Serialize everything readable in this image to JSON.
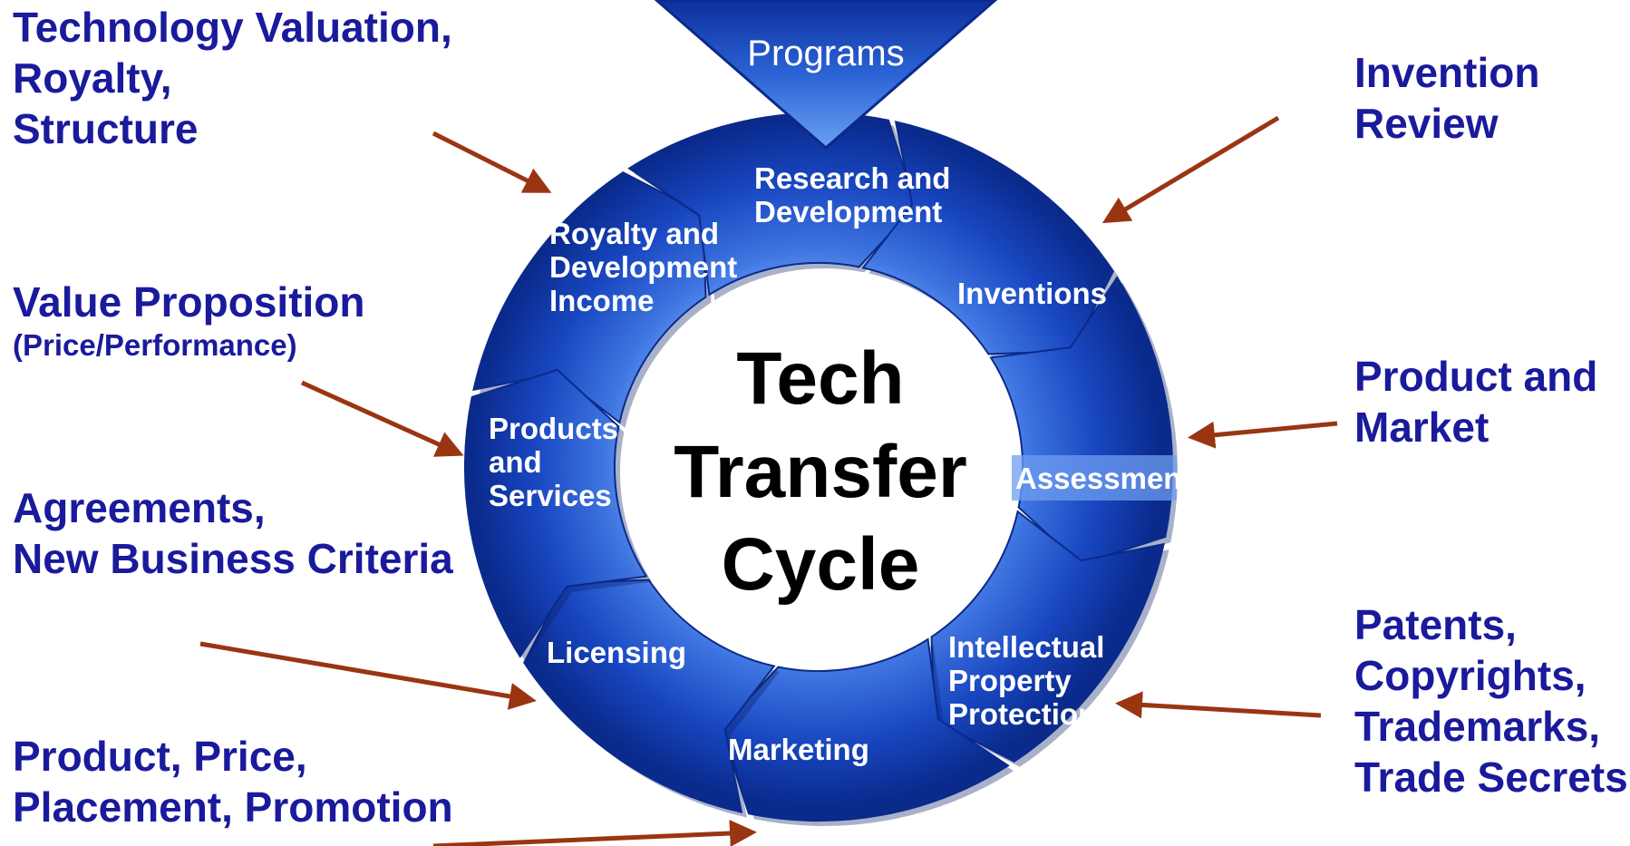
{
  "programs_label": "Programs",
  "center_title": [
    "Tech",
    "Transfer",
    "Cycle"
  ],
  "segments": [
    {
      "id": "research",
      "lines": [
        "Research and",
        "Development"
      ]
    },
    {
      "id": "inventions",
      "lines": [
        "Inventions"
      ]
    },
    {
      "id": "assessment",
      "lines": [
        "Assessment"
      ]
    },
    {
      "id": "ip",
      "lines": [
        "Intellectual",
        "Property",
        "Protection"
      ]
    },
    {
      "id": "marketing",
      "lines": [
        "Marketing"
      ]
    },
    {
      "id": "licensing",
      "lines": [
        "Licensing"
      ]
    },
    {
      "id": "products",
      "lines": [
        "Products",
        "and",
        "Services"
      ]
    },
    {
      "id": "royalty",
      "lines": [
        "Royalty and",
        "Development",
        "Income"
      ]
    }
  ],
  "annotations": {
    "tech_valuation": [
      "Technology Valuation,",
      "Royalty,",
      "Structure"
    ],
    "value_proposition": [
      "Value Proposition",
      "(Price/Performance)"
    ],
    "agreements": [
      "Agreements,",
      "New Business Criteria"
    ],
    "product_price": [
      "Product, Price,",
      "Placement, Promotion"
    ],
    "invention_review": [
      "Invention",
      "Review"
    ],
    "product_market": [
      "Product and",
      "Market"
    ],
    "patents": [
      "Patents,",
      "Copyrights,",
      "Trademarks,",
      "Trade Secrets"
    ]
  },
  "colors": {
    "annotation_text": "#1a1a9c",
    "arrow": "#9a3512",
    "segment_dark": "#0a2e9e",
    "segment_light": "#5b8fe8"
  }
}
